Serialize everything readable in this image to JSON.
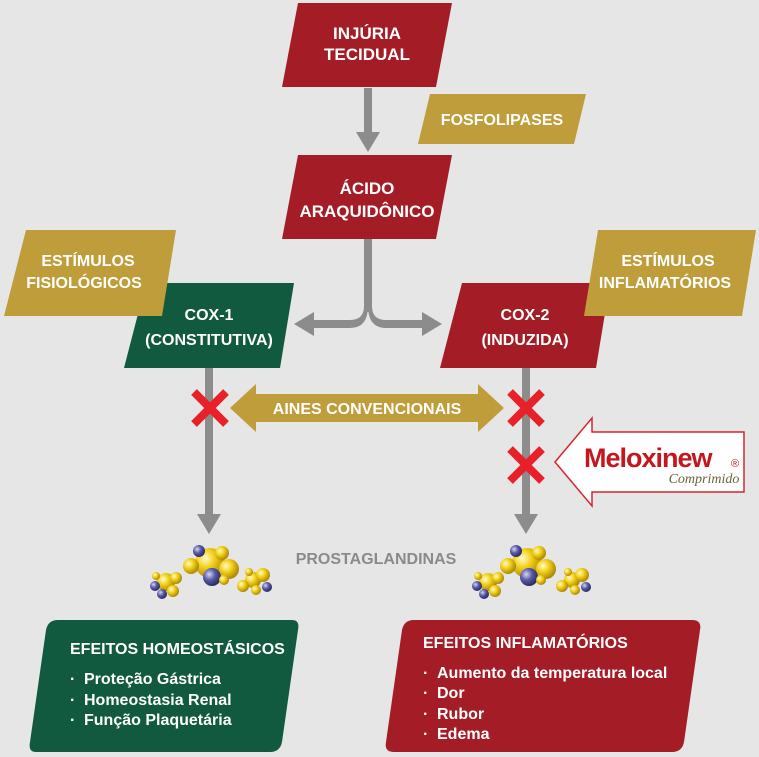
{
  "nodes": {
    "injury": [
      "INJÚRIA",
      "TECIDUAL"
    ],
    "phospholipases": "FOSFOLIPASES",
    "arachidonic": [
      "ÁCIDO",
      "ARAQUIDÔNICO"
    ],
    "phys_stimuli": [
      "ESTÍMULOS",
      "FISIOLÓGICOS"
    ],
    "infl_stimuli": [
      "ESTÍMULOS",
      "INFLAMATÓRIOS"
    ],
    "cox1": [
      "COX-1",
      "(CONSTITUTIVA)"
    ],
    "cox2": [
      "COX-2",
      "(INDUZIDA)"
    ],
    "aines": "AINES CONVENCIONAIS",
    "prostaglandins": "PROSTAGLANDINAS"
  },
  "brand": {
    "name": "Meloxinew",
    "registered": "®",
    "subtitle": "Comprimido"
  },
  "homeostatic": {
    "title": "EFEITOS HOMEOSTÁSICOS",
    "items": [
      "Proteção Gástrica",
      "Homeostasia Renal",
      "Função Plaquetária"
    ]
  },
  "inflammatory": {
    "title": "EFEITOS INFLAMATÓRIOS",
    "items": [
      "Aumento da temperatura local",
      "Dor",
      "Rubor",
      "Edema"
    ]
  },
  "bullet": "·",
  "colors": {
    "background": "#e6e6e6",
    "red": "#a31c26",
    "gold": "#bf9d3a",
    "green": "#115a3f",
    "arrow_gray": "#8c8c8c",
    "x_red": "#e8202a",
    "text_gray": "#8a8a8a"
  }
}
